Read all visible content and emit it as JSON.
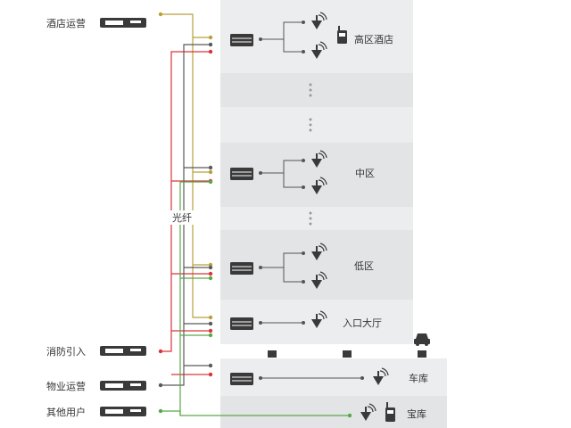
{
  "sources": [
    {
      "label": "酒店运营",
      "color": "#b8a13a"
    },
    {
      "label": "消防引入",
      "color": "#d9343b"
    },
    {
      "label": "物业运营",
      "color": "#5a5a5a"
    },
    {
      "label": "其他用户",
      "color": "#5aa74a"
    }
  ],
  "fiber_label": "光纤",
  "zones": [
    {
      "label": "高区酒店"
    },
    {
      "label": "中区"
    },
    {
      "label": "低区"
    },
    {
      "label": "入口大厅"
    },
    {
      "label": "车库"
    },
    {
      "label": "宝库"
    }
  ],
  "icons": {
    "server": "server-icon",
    "antenna": "antenna-icon",
    "radio": "walkie-talkie-icon",
    "car": "car-icon",
    "ellipsis": "vertical-ellipsis-icon"
  },
  "colors": {
    "panel_bg": "#ecedee",
    "panel_divider": "#e3e4e6",
    "device": "#3a3a3a",
    "line_gray": "#6a6a6a"
  }
}
